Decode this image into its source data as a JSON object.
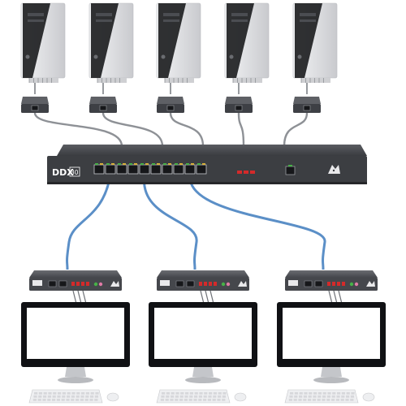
{
  "switch": {
    "brand": "DDX",
    "model": "30"
  },
  "counts": {
    "computers": 5,
    "switch_ports": 10,
    "user_stations": 3
  },
  "colors": {
    "background": "#ffffff",
    "tower_body": "#e6e7e9",
    "tower_shadow": "#1e1f22",
    "switch_body": "#3c3e42",
    "receiver_body": "#45474c",
    "cpu_cable": "#8e9196",
    "network_cable": "#5b8fc7",
    "monitor_bezel": "#101114",
    "port_led_red": "#d42a2a",
    "port_led_green": "#47b247",
    "keyboard": "#eeeff1"
  },
  "icons": {
    "tower": "desktop-tower-icon",
    "transmitter": "cpu-transmitter-icon",
    "network_port": "rj45-port-icon",
    "logo": "brand-logo-icon",
    "monitor": "monitor-icon",
    "keyboard": "keyboard-icon",
    "mouse": "mouse-icon"
  }
}
